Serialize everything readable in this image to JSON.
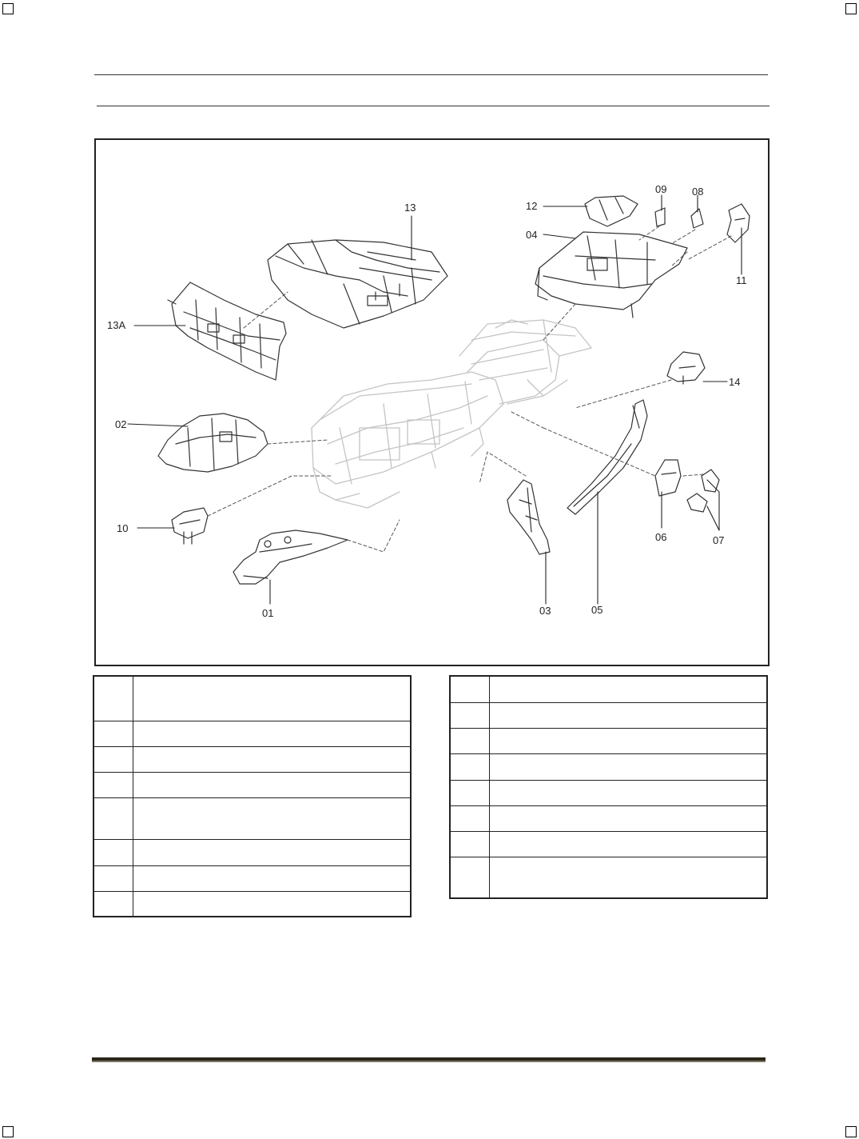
{
  "figure": {
    "callouts": {
      "p01": "01",
      "p02": "02",
      "p03": "03",
      "p04": "04",
      "p05": "05",
      "p06": "06",
      "p07": "07",
      "p08": "08",
      "p09": "09",
      "p10": "10",
      "p11": "11",
      "p12": "12",
      "p13": "13",
      "p13a": "13A",
      "p14": "14"
    }
  },
  "left_table": {
    "rows": [
      {
        "num": "",
        "desc": ""
      },
      {
        "num": "",
        "desc": ""
      },
      {
        "num": "",
        "desc": ""
      },
      {
        "num": "",
        "desc": ""
      },
      {
        "num": "",
        "desc": ""
      },
      {
        "num": "",
        "desc": ""
      },
      {
        "num": "",
        "desc": ""
      },
      {
        "num": "",
        "desc": ""
      }
    ]
  },
  "right_table": {
    "rows": [
      {
        "num": "",
        "desc": ""
      },
      {
        "num": "",
        "desc": ""
      },
      {
        "num": "",
        "desc": ""
      },
      {
        "num": "",
        "desc": ""
      },
      {
        "num": "",
        "desc": ""
      },
      {
        "num": "",
        "desc": ""
      },
      {
        "num": "",
        "desc": ""
      },
      {
        "num": "",
        "desc": ""
      }
    ]
  },
  "colors": {
    "line": "#222222",
    "ghost": "#bdbdbd",
    "footer": "#2a2618"
  }
}
